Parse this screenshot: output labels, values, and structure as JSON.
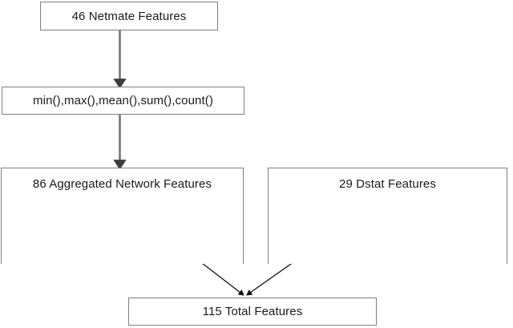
{
  "diagram": {
    "title": "Feature aggregation flowchart",
    "type": "flowchart",
    "colors": {
      "box_border": "#808080",
      "box_fill": "#ffffff",
      "text": "#1a1a1a",
      "arrow_solid": "#595959",
      "arrow_thin": "#1a1a1a"
    },
    "nodes": [
      {
        "id": "netmate",
        "label": "46 Netmate Features"
      },
      {
        "id": "aggfuncs",
        "label": "min(),max(),mean(),sum(),count()"
      },
      {
        "id": "aggnet",
        "label": "86 Aggregated Network Features"
      },
      {
        "id": "dstat",
        "label": "29 Dstat Features"
      },
      {
        "id": "total",
        "label": "115 Total Features"
      }
    ],
    "edges": [
      {
        "id": "netmate-to-aggfuncs",
        "from": "netmate",
        "to": "aggfuncs",
        "style": "solid-arrow"
      },
      {
        "id": "aggfuncs-to-aggnet",
        "from": "aggfuncs",
        "to": "aggnet",
        "style": "solid-arrow"
      },
      {
        "id": "aggnet-to-total",
        "from": "aggnet",
        "to": "total",
        "style": "thin-arrow"
      },
      {
        "id": "dstat-to-total",
        "from": "dstat",
        "to": "total",
        "style": "thin-arrow"
      }
    ]
  }
}
